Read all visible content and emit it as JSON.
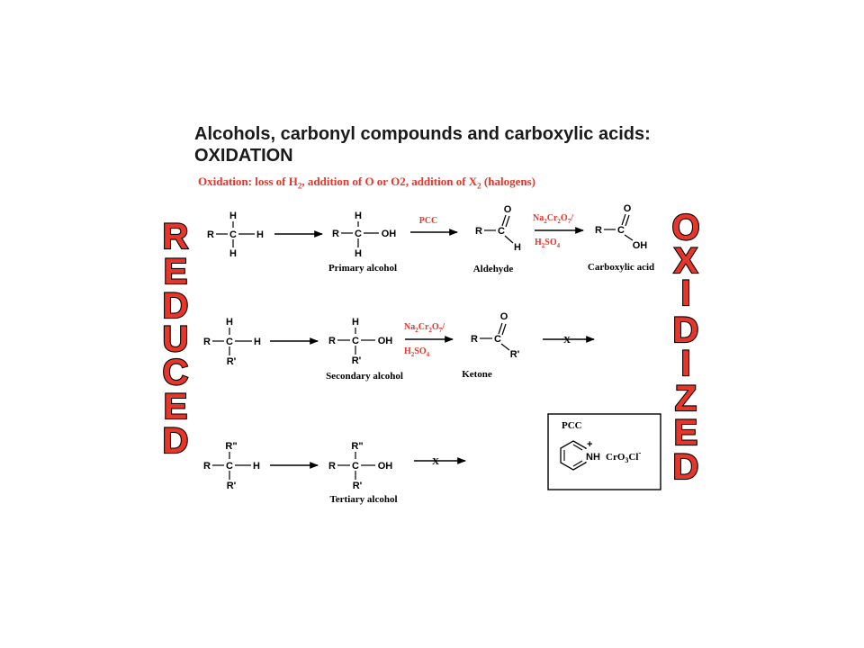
{
  "title": {
    "line1": "Alcohols, carbonyl compounds and carboxylic acids:",
    "line2": "OXIDATION"
  },
  "definition": {
    "part1": "Oxidation: loss of H",
    "sub1": "2",
    "part2": ", addition of O or O2, addition of X",
    "sub2": "2",
    "part3": " (halogens)"
  },
  "side_labels": {
    "left": [
      "R",
      "E",
      "D",
      "U",
      "C",
      "E",
      "D"
    ],
    "right": [
      "O",
      "X",
      "I",
      "D",
      "I",
      "Z",
      "E",
      "D"
    ]
  },
  "atoms": {
    "R": "R",
    "C": "C",
    "H": "H",
    "OH": "OH",
    "O": "O",
    "Rp": "R'",
    "Rpp": "R\"",
    "N": "N",
    "NH": "NH"
  },
  "compound_labels": {
    "primary": "Primary alcohol",
    "aldehyde": "Aldehyde",
    "acid": "Carboxylic acid",
    "secondary": "Secondary alcohol",
    "ketone": "Ketone",
    "tertiary": "Tertiary alcohol"
  },
  "reagents": {
    "pcc": "PCC",
    "na": "Na",
    "s2": "2",
    "cr": "Cr",
    "o": "O",
    "s7": "7",
    "slash": "/",
    "h": "H",
    "so": "SO",
    "s4": "4",
    "no_reaction": "X"
  },
  "pcc_box": {
    "title": "PCC",
    "plus": "+",
    "counter_cro": "CrO",
    "counter_3": "3",
    "counter_cl": "Cl",
    "counter_minus": "-"
  },
  "colors": {
    "accent": "#e8352a",
    "ink": "#000000"
  }
}
